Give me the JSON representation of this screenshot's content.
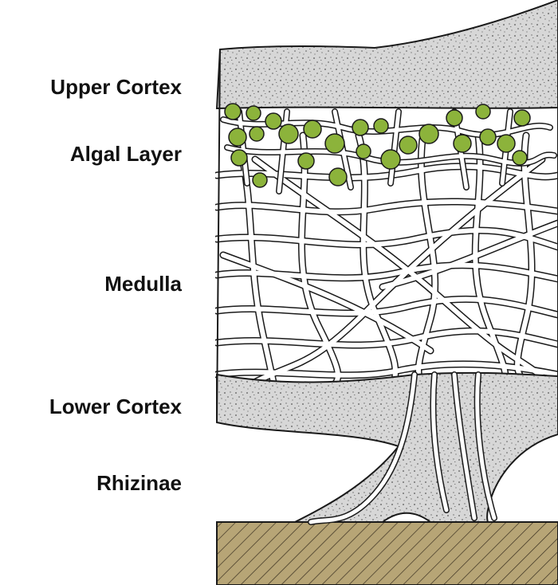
{
  "labels": {
    "upper_cortex": "Upper Cortex",
    "algal_layer": "Algal Layer",
    "medulla": "Medulla",
    "lower_cortex": "Lower Cortex",
    "rhizinae": "Rhizinae"
  },
  "colors": {
    "cortex_fill": "#d7d7d7",
    "algae_fill": "#8cb33b",
    "algae_dots": "#3f6b14",
    "substrate_fill": "#b7a576",
    "outline": "#1a1a1a"
  }
}
